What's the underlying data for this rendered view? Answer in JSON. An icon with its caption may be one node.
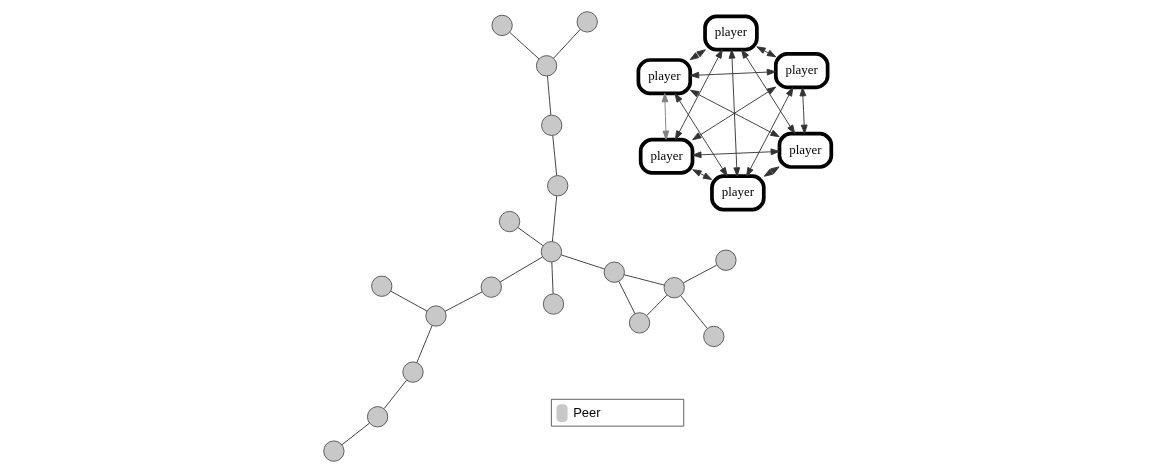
{
  "diagram": {
    "nodes": [
      {
        "text": [
          "player"
        ]
      },
      {
        "text": [
          "player"
        ]
      },
      {
        "text": [
          "player"
        ]
      },
      {
        "text": [
          "player"
        ]
      },
      {
        "text": [
          "player"
        ]
      },
      {
        "text": [
          "player"
        ]
      },
      {
        "text": [],
        "shape": "circle"
      },
      {
        "text": [],
        "shape": "circle"
      },
      {
        "text": [],
        "shape": "circle"
      },
      {
        "text": [],
        "shape": "circle"
      },
      {
        "text": [],
        "shape": "circle"
      },
      {
        "text": [],
        "shape": "circle"
      },
      {
        "text": [],
        "shape": "circle"
      },
      {
        "text": [],
        "shape": "circle"
      },
      {
        "text": [],
        "shape": "circle"
      },
      {
        "text": [],
        "shape": "circle"
      },
      {
        "text": [],
        "shape": "circle"
      },
      {
        "text": [],
        "shape": "circle"
      },
      {
        "text": [],
        "shape": "circle"
      },
      {
        "text": [],
        "shape": "circle"
      },
      {
        "text": [],
        "shape": "circle"
      },
      {
        "text": [],
        "shape": "circle"
      },
      {
        "text": [],
        "shape": "circle"
      },
      {
        "text": [],
        "shape": "circle"
      },
      {
        "text": [],
        "shape": "circle"
      }
    ],
    "edges": [
      {
        "from": 0,
        "to": 1,
        "arrow": "both"
      },
      {
        "from": 0,
        "to": 2,
        "arrow": "both"
      },
      {
        "from": 0,
        "to": 3,
        "arrow": "both"
      },
      {
        "from": 0,
        "to": 4,
        "arrow": "both"
      },
      {
        "from": 0,
        "to": 5,
        "arrow": "both",
        "color": "#808080"
      },
      {
        "from": 1,
        "to": 2,
        "arrow": "both"
      },
      {
        "from": 1,
        "to": 3,
        "arrow": "both"
      },
      {
        "from": 1,
        "to": 4,
        "arrow": "both"
      },
      {
        "from": 1,
        "to": 5,
        "arrow": "both"
      },
      {
        "from": 2,
        "to": 3,
        "arrow": "both"
      },
      {
        "from": 2,
        "to": 4,
        "arrow": "both"
      },
      {
        "from": 2,
        "to": 5,
        "arrow": "both"
      },
      {
        "from": 3,
        "to": 4,
        "arrow": "both"
      },
      {
        "from": 3,
        "to": 5,
        "arrow": "both"
      },
      {
        "from": 4,
        "to": 5,
        "arrow": "both"
      },
      {
        "from": 6,
        "to": 7,
        "arrow": "none"
      },
      {
        "from": 7,
        "to": 8,
        "arrow": "none"
      },
      {
        "from": 8,
        "to": 10,
        "arrow": "none"
      },
      {
        "from": 10,
        "to": 9,
        "arrow": "none"
      },
      {
        "from": 10,
        "to": 12,
        "arrow": "none"
      },
      {
        "from": 12,
        "to": 14,
        "arrow": "none"
      },
      {
        "from": 11,
        "to": 14,
        "arrow": "none"
      },
      {
        "from": 14,
        "to": 18,
        "arrow": "none"
      },
      {
        "from": 18,
        "to": 13,
        "arrow": "none"
      },
      {
        "from": 13,
        "to": 17,
        "arrow": "none"
      },
      {
        "from": 17,
        "to": 24,
        "arrow": "none"
      },
      {
        "from": 17,
        "to": 20,
        "arrow": "none"
      },
      {
        "from": 14,
        "to": 15,
        "arrow": "none"
      },
      {
        "from": 14,
        "to": 19,
        "arrow": "none"
      },
      {
        "from": 19,
        "to": 21,
        "arrow": "none"
      },
      {
        "from": 19,
        "to": 16,
        "arrow": "none"
      },
      {
        "from": 16,
        "to": 21,
        "arrow": "none"
      },
      {
        "from": 21,
        "to": 22,
        "arrow": "none"
      },
      {
        "from": 21,
        "to": 23,
        "arrow": "none"
      }
    ],
    "legend": [
      {
        "text": "Peer",
        "color": "#c8c8c8"
      }
    ]
  }
}
